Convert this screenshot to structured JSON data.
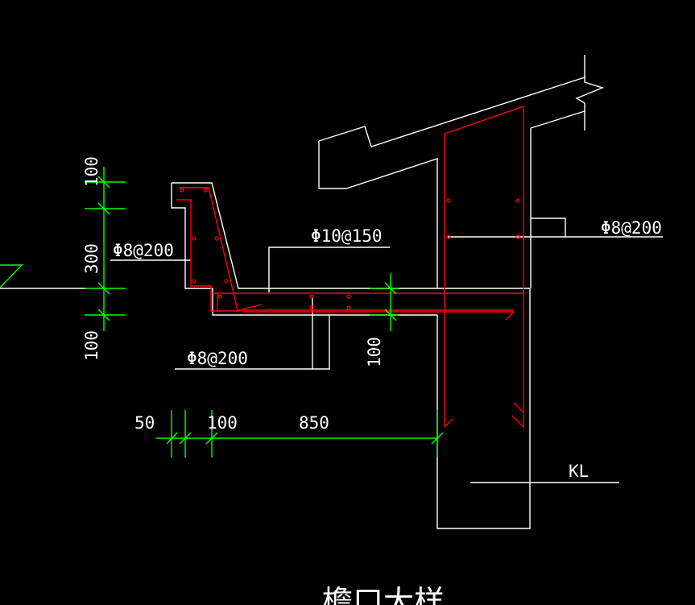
{
  "drawing": {
    "title": "檐口大样",
    "background_color": "#000000",
    "colors": {
      "outline": "#ffffff",
      "rebar": "#ff0000",
      "dimension": "#00ff00"
    }
  },
  "labels": {
    "rebar_gutter_wall": "Φ8@200",
    "rebar_gutter_bottom": "Φ8@200",
    "rebar_slab": "Φ10@150",
    "rebar_beam": "Φ8@200",
    "beam_tag": "KL"
  },
  "dimensions": {
    "vertical_left": [
      "100",
      "300",
      "100"
    ],
    "slab_thickness": "100",
    "horizontal_bottom": [
      "50",
      "100",
      "850"
    ]
  }
}
